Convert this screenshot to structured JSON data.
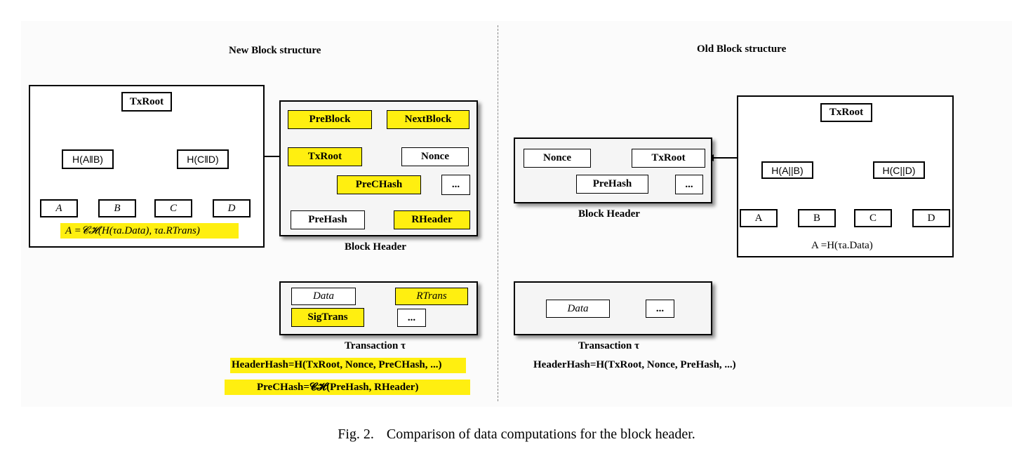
{
  "new": {
    "title": "New Block structure",
    "tree": {
      "root": "TxRoot",
      "h_left": "H(A‖B)",
      "h_right": "H(C‖D)",
      "leaves": [
        "A",
        "B",
        "C",
        "D"
      ],
      "formula": "A =𝓒𝓗(H(τa.Data), τa.RTrans)"
    },
    "header": {
      "pre_block": "PreBlock",
      "next_block": "NextBlock",
      "tx_root": "TxRoot",
      "nonce": "Nonce",
      "pre_chash": "PreCHash",
      "ellipsis": "...",
      "pre_hash": "PreHash",
      "rheader": "RHeader",
      "label": "Block Header"
    },
    "transaction": {
      "data": "Data",
      "rtrans": "RTrans",
      "sigtrans": "SigTrans",
      "ellipsis": "...",
      "label": "Transaction τ"
    },
    "formula_header_hash": "HeaderHash=H(TxRoot, Nonce, PreCHash, ...)",
    "formula_prechash": "PreCHash=𝓒𝓗(PreHash, RHeader)"
  },
  "old": {
    "title": "Old Block structure",
    "header": {
      "nonce": "Nonce",
      "tx_root": "TxRoot",
      "pre_hash": "PreHash",
      "ellipsis": "...",
      "label": "Block Header"
    },
    "tree": {
      "root": "TxRoot",
      "h_left": "H(A||B)",
      "h_right": "H(C||D)",
      "leaves": [
        "A",
        "B",
        "C",
        "D"
      ],
      "formula": "A =H(τa.Data)"
    },
    "transaction": {
      "data": "Data",
      "ellipsis": "...",
      "label": "Transaction τ"
    },
    "formula_header_hash": "HeaderHash=H(TxRoot, Nonce, PreHash, ...)"
  },
  "caption": {
    "fig": "Fig. 2.",
    "text": "Comparison of data computations for the block header."
  },
  "colors": {
    "highlight": "#ffef10",
    "connector": "#1aa7d8"
  }
}
